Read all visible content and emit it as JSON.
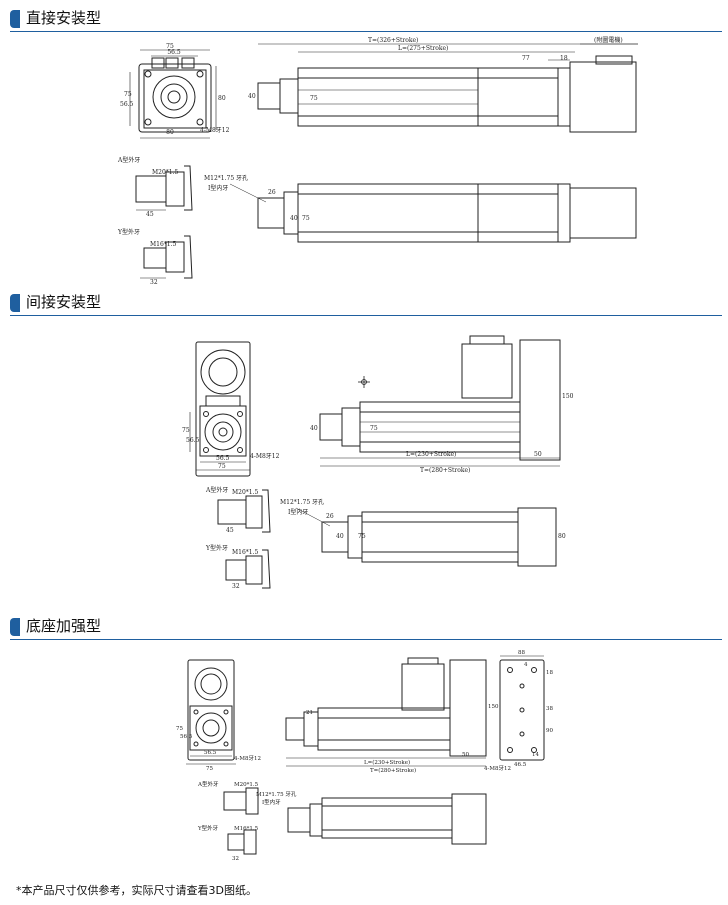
{
  "sections": [
    {
      "title": "直接安装型",
      "labels": {
        "dim_75_top": "75",
        "dim_56_5_top": "56.5",
        "dim_75_side": "75",
        "dim_56_5_side": "56.5",
        "dim_80_right": "80",
        "dim_80_bottom": "80",
        "mount_holes": "4-M8牙12",
        "T_length": "T=(326+Stroke)",
        "L_length": "L=(275+Stroke)",
        "motor_note": "(附圖電機)",
        "dim_77": "77",
        "dim_18": "18",
        "dim_40": "40",
        "dim_75_tube": "75",
        "type_a": "A型外牙",
        "thread_a": "M20*1.5",
        "dim_45": "45",
        "type_y": "Y型外牙",
        "thread_y": "M16*1.5",
        "dim_32": "32",
        "tap_hole": "M12*1.75 牙孔",
        "tap_sub": "I型内牙",
        "dim_26": "26",
        "dim_40_b": "40",
        "dim_75_b": "75"
      }
    },
    {
      "title": "间接安装型",
      "labels": {
        "dim_75_side": "75",
        "dim_56_5_side": "56.5",
        "dim_56_5_bottom": "56.5",
        "dim_75_bottom": "75",
        "mount_holes": "4-M8牙12",
        "dim_40": "40",
        "dim_75_tube": "75",
        "dim_150": "150",
        "dim_50": "50",
        "L_length": "L=(230+Stroke)",
        "T_length": "T=(280+Stroke)",
        "type_a": "A型外牙",
        "thread_a": "M20*1.5",
        "dim_45": "45",
        "type_y": "Y型外牙",
        "thread_y": "M16*1.5",
        "dim_32": "32",
        "tap_hole": "M12*1.75 牙孔",
        "tap_sub": "I型内牙",
        "dim_26": "26",
        "dim_40_b": "40",
        "dim_75_b": "75",
        "dim_80_b": "80"
      }
    },
    {
      "title": "底座加强型",
      "labels": {
        "dim_75_side": "75",
        "dim_56_5_side": "56.5",
        "dim_56_5_bottom": "56.5",
        "dim_75_bottom": "75",
        "mount_holes": "4-M8牙12",
        "dim_21": "21",
        "dim_150": "150",
        "dim_50": "50",
        "L_length": "L=(230+Stroke)",
        "T_length": "T=(280+Stroke)",
        "dim_88": "88",
        "dim_4": "4",
        "dim_18": "18",
        "dim_38": "38",
        "dim_465": "46.5",
        "dim_14": "14",
        "dim_90": "90",
        "plate_holes": "4-M8牙12",
        "type_a": "A型外牙",
        "thread_a": "M20*1.5",
        "type_y": "Y型外牙",
        "thread_y": "M16*1.5",
        "dim_32": "32",
        "tap_hole": "M12*1.75 牙孔",
        "tap_sub": "I型内牙"
      }
    }
  ],
  "footnote": "*本产品尺寸仅供参考，实际尺寸请查看3D图纸。"
}
